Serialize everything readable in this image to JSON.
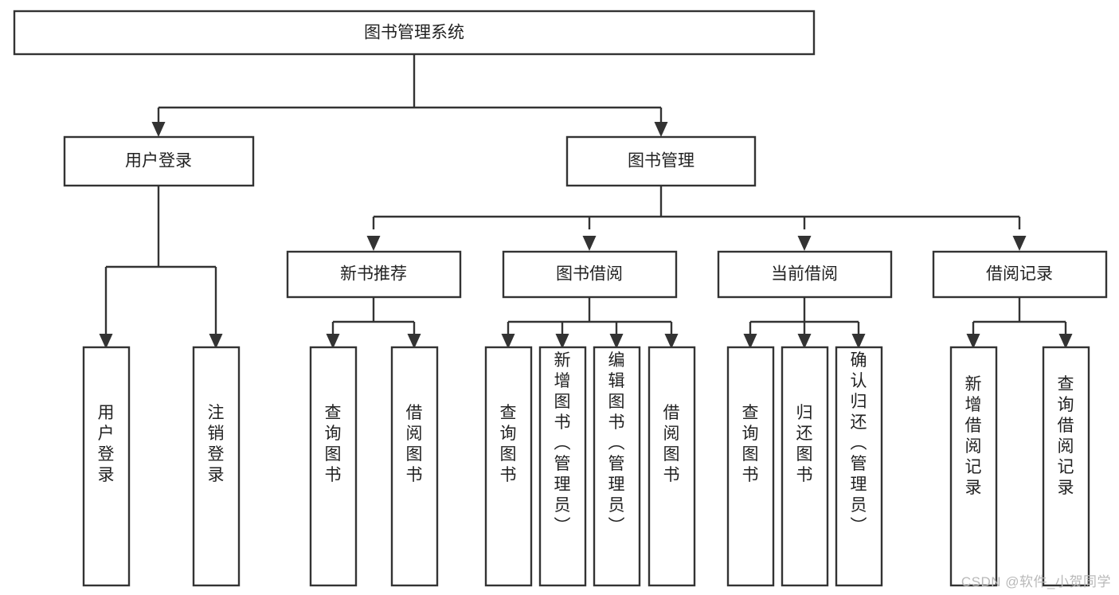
{
  "diagram": {
    "type": "tree-hierarchy",
    "title": "图书管理系统",
    "watermark": "CSDN @软件_小贺同学",
    "colors": {
      "stroke": "#333333",
      "node_fill": "#ffffff",
      "text": "#222222",
      "background": "#ffffff",
      "watermark": "#b9b9b9"
    },
    "root": {
      "label": "图书管理系统",
      "level": 0,
      "orientation": "horizontal"
    },
    "level1": [
      {
        "label": "用户登录",
        "orientation": "horizontal"
      },
      {
        "label": "图书管理",
        "orientation": "horizontal"
      }
    ],
    "level2": [
      {
        "label": "新书推荐",
        "orientation": "horizontal",
        "parent": "图书管理"
      },
      {
        "label": "图书借阅",
        "orientation": "horizontal",
        "parent": "图书管理"
      },
      {
        "label": "当前借阅",
        "orientation": "horizontal",
        "parent": "图书管理"
      },
      {
        "label": "借阅记录",
        "orientation": "horizontal",
        "parent": "图书管理"
      }
    ],
    "leaves": [
      {
        "label": "用户登录",
        "orientation": "vertical",
        "parent": "用户登录"
      },
      {
        "label": "注销登录",
        "orientation": "vertical",
        "parent": "用户登录"
      },
      {
        "label": "查询图书",
        "orientation": "vertical",
        "parent": "新书推荐"
      },
      {
        "label": "借阅图书",
        "orientation": "vertical",
        "parent": "新书推荐"
      },
      {
        "label": "查询图书",
        "orientation": "vertical",
        "parent": "图书借阅"
      },
      {
        "label": "新增图书（管理员）",
        "orientation": "vertical",
        "parent": "图书借阅"
      },
      {
        "label": "编辑图书（管理员）",
        "orientation": "vertical",
        "parent": "图书借阅"
      },
      {
        "label": "借阅图书",
        "orientation": "vertical",
        "parent": "图书借阅"
      },
      {
        "label": "查询图书",
        "orientation": "vertical",
        "parent": "当前借阅"
      },
      {
        "label": "归还图书",
        "orientation": "vertical",
        "parent": "当前借阅"
      },
      {
        "label": "确认归还（管理员）",
        "orientation": "vertical",
        "parent": "当前借阅"
      },
      {
        "label": "新增借阅记录",
        "orientation": "vertical",
        "parent": "借阅记录"
      },
      {
        "label": "查询借阅记录",
        "orientation": "vertical",
        "parent": "借阅记录"
      }
    ]
  }
}
